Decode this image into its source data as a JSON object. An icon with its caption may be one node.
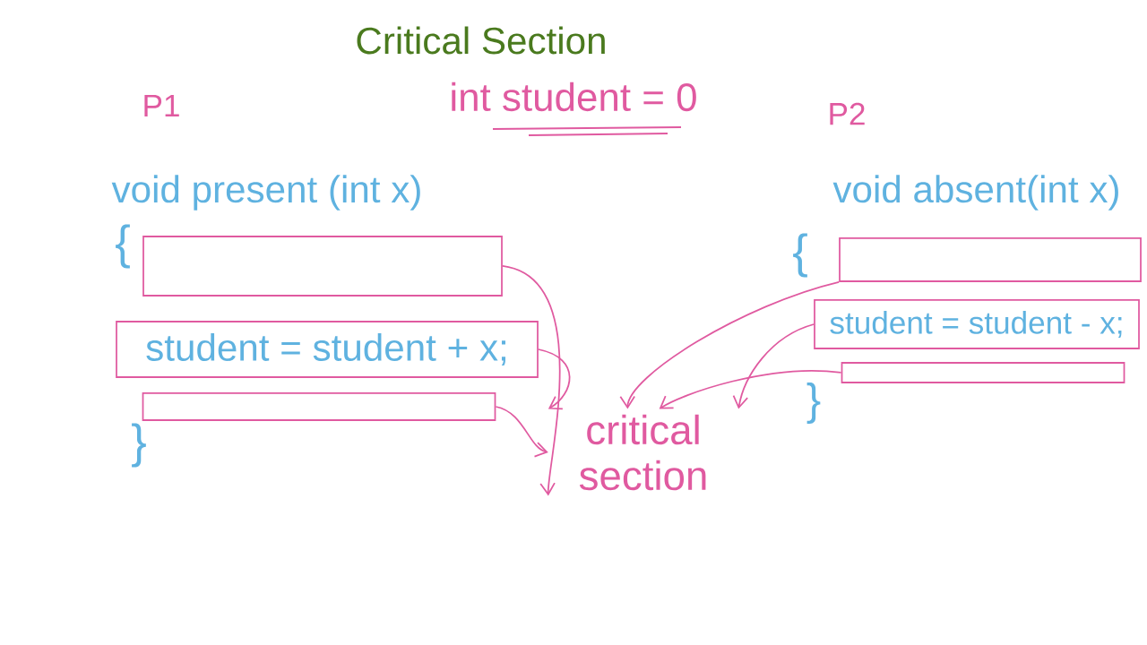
{
  "diagram": {
    "title": "Critical Section",
    "nodes": [
      {
        "text": [],
        "shape": "box"
      },
      {
        "text": [
          "student = student + x;"
        ]
      },
      {
        "text": [],
        "shape": "box"
      },
      {
        "text": [],
        "shape": "box"
      },
      {
        "text": [
          "student = student - x;"
        ]
      },
      {
        "text": [],
        "shape": "box"
      },
      {
        "text": [
          "critical section"
        ]
      }
    ],
    "edges": [
      {
        "from": 0,
        "to": 6,
        "arrow": "to"
      },
      {
        "from": 1,
        "to": 6,
        "arrow": "to"
      },
      {
        "from": 2,
        "to": 6,
        "arrow": "to"
      },
      {
        "from": 3,
        "to": 6,
        "arrow": "to"
      },
      {
        "from": 4,
        "to": 6,
        "arrow": "to"
      },
      {
        "from": 5,
        "to": 6,
        "arrow": "to"
      }
    ],
    "labels": [
      "P1",
      "int student = 0",
      "P2",
      "void present (int x)",
      "void absent(int x)",
      "{",
      "{",
      "}",
      "}"
    ]
  }
}
